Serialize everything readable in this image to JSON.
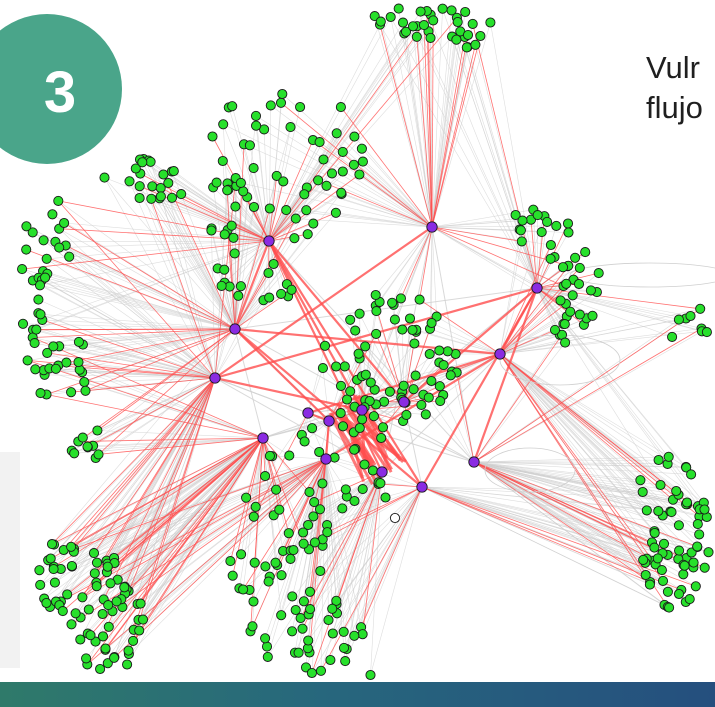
{
  "badge": {
    "label": "3"
  },
  "caption": {
    "line1": "Vulr",
    "line2": "flujo"
  },
  "colors": {
    "badge": "#4aa58a",
    "node_leaf": "#27e02b",
    "node_hub": "#8a2be2",
    "edge_highlight": "#ff4d4d",
    "edge_normal": "#cfcfcf",
    "bar": "#27677d"
  },
  "network": {
    "hub_count": 15,
    "leaf_count": 540,
    "highlighted_edge_ratio": 0.18
  }
}
